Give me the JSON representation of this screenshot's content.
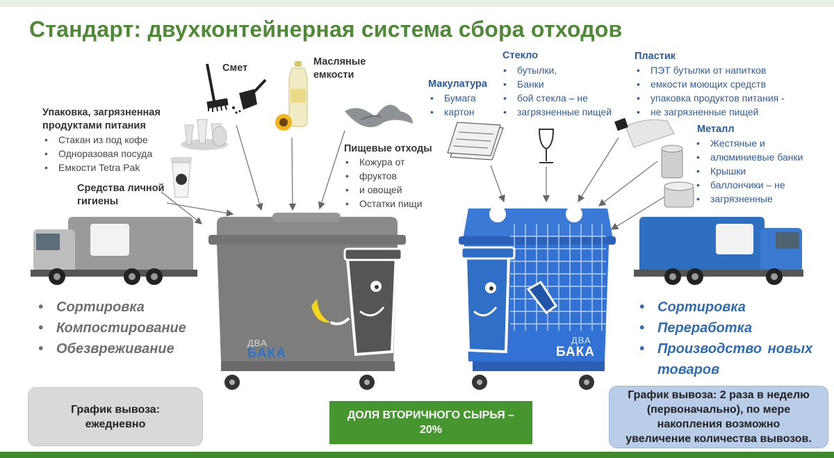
{
  "title": "Стандарт: двухконтейнерная система сбора отходов",
  "left": {
    "packaging_label_1": "Упаковка, загрязненная",
    "packaging_label_2": "продуктами питания",
    "packaging_items": [
      "Стакан из под кофе",
      "Одноразовая посуда",
      "Емкости Tetra Pak"
    ],
    "hygiene_label_1": "Средства личной",
    "hygiene_label_2": "гигиены",
    "sweep_label": "Смет",
    "oil_label_1": "Масляные",
    "oil_label_2": "емкости",
    "food_label": "Пищевые отходы",
    "food_items": [
      "Кожура от",
      "фруктов",
      "и овощей",
      "Остатки пищи"
    ],
    "processes": [
      "Сортировка",
      "Компостирование",
      "Обезвреживание"
    ],
    "schedule_1": "График вывоза:",
    "schedule_2": "ежедневно",
    "bin_brand_1": "ДВА",
    "bin_brand_2": "БАКА"
  },
  "center": {
    "share_1": "ДОЛЯ ВТОРИЧНОГО СЫРЬЯ –",
    "share_2": "20%"
  },
  "right": {
    "paper_label": "Макулатура",
    "paper_items": [
      "Бумага",
      "картон"
    ],
    "glass_label": "Стекло",
    "glass_items": [
      "бутылки,",
      "Банки",
      "бой стекла – не",
      "загрязненные пищей"
    ],
    "plastic_label": "Пластик",
    "plastic_items": [
      "ПЭТ бутылки от напитков",
      "емкости моющих средств",
      "упаковка продуктов питания -",
      "не загрязненные пищей"
    ],
    "metal_label": "Металл",
    "metal_items": [
      "Жестяные и",
      "алюминиевые банки",
      "Крышки",
      "баллончики – не",
      "загрязненные"
    ],
    "processes": [
      "Сортировка",
      "Переработка",
      "Производство новых",
      "товаров"
    ],
    "schedule_1": "График вывоза: 2 раза в неделю",
    "schedule_2": "(первоначально), по мере",
    "schedule_3": "накопления возможно",
    "schedule_4": "увеличение количества вывозов.",
    "bin_brand_1": "ДВА",
    "bin_brand_2": "БАКА"
  },
  "colors": {
    "title_green": "#4e8a36",
    "gray_bin": "#7d7d7d",
    "blue_bin": "#2f6fd0",
    "share_box": "#46962f",
    "blue_text": "#2e6db5"
  },
  "icons": [
    "broom-icon",
    "dustpan-icon",
    "oil-bottle-icon",
    "sunflower-icon",
    "banana-peel-icon",
    "disposable-dishes-icon",
    "coffee-cup-icon",
    "newspaper-icon",
    "wine-glass-icon",
    "crushed-bottle-icon",
    "tin-can-icon",
    "garbage-truck-icon"
  ]
}
